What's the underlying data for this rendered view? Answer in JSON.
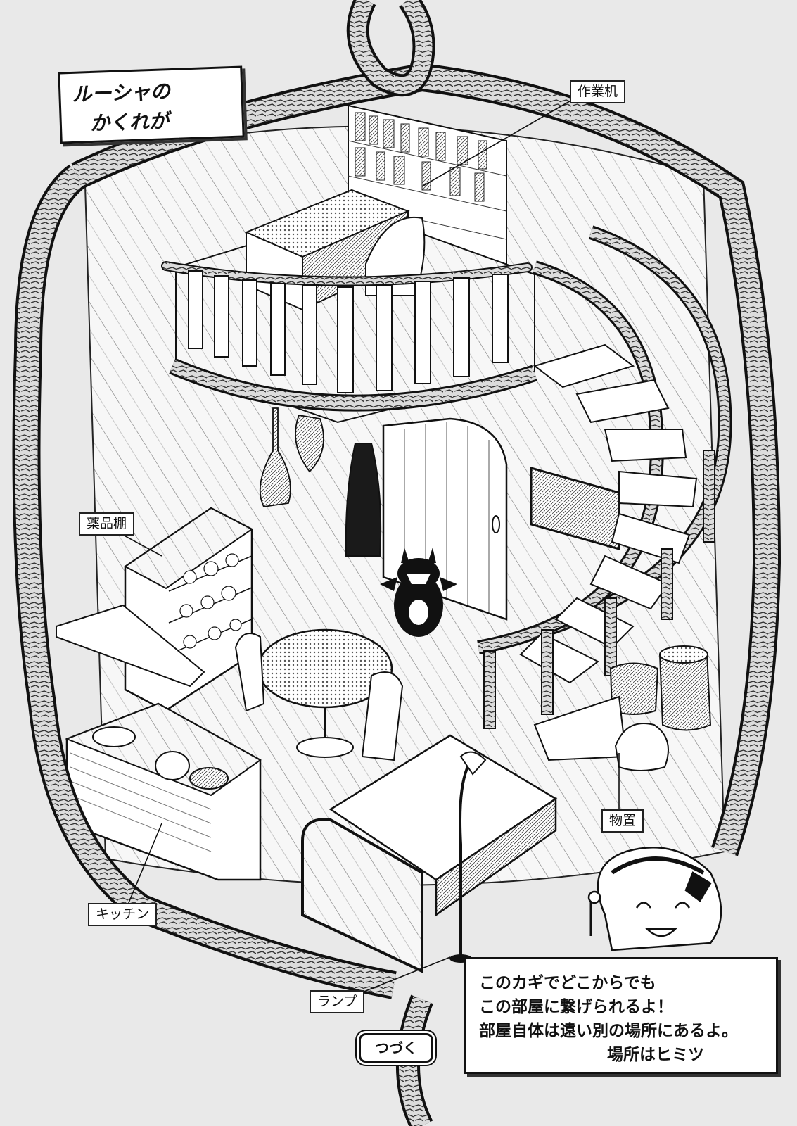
{
  "title": {
    "line1": "ルーシャの",
    "line2": "かくれが"
  },
  "labels": {
    "desk": "作業机",
    "medicine_shelf": "薬品棚",
    "kitchen": "キッチン",
    "storage": "物置",
    "lamp": "ランプ"
  },
  "speech": {
    "line1": "このカギでどこからでも",
    "line2": "この部屋に繋げられるよ！",
    "line3": "部屋自体は遠い別の場所にあるよ。",
    "line4": "場所はヒミツ"
  },
  "continue_badge": "つづく",
  "colors": {
    "ink": "#111111",
    "paper": "#ffffff",
    "screentone": "#e9e9e9",
    "wood": "#d8d8d8"
  }
}
